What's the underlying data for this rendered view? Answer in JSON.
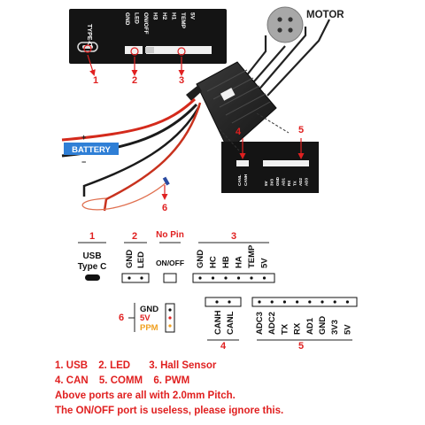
{
  "photo_labels": {
    "usb_label": "TYPE-C",
    "port1_pins": [
      "GND",
      "LED",
      "ON/OFF",
      "H3",
      "H2",
      "H1",
      "TEMP",
      "5V"
    ],
    "motor": "MOTOR",
    "battery": "BATTERY",
    "battery_plus": "+",
    "battery_minus": "−",
    "can_pins": [
      "CANL",
      "CANH"
    ],
    "comm_pins": [
      "5V",
      "3V3",
      "GND",
      "AD1",
      "RX",
      "TX",
      "AD2",
      "AD3"
    ],
    "num1": "1",
    "num2": "2",
    "num3": "3",
    "num4": "4",
    "num5": "5",
    "num6": "6"
  },
  "pinout": {
    "usb_num": "1",
    "usb_line1": "USB",
    "usb_line2": "Type C",
    "led_num": "2",
    "led_pins": [
      "GND",
      "LED"
    ],
    "nopin_label": "No Pin",
    "onoff": "ON/OFF",
    "hall_num": "3",
    "hall_pins": [
      "GND",
      "HC",
      "HB",
      "HA",
      "TEMP",
      "5V"
    ],
    "pwm_num": "6",
    "pwm_gnd": "GND",
    "pwm_5v": "5V",
    "pwm_ppm": "PPM",
    "can_num": "4",
    "can_pins": [
      "CANH",
      "CANL"
    ],
    "comm_num": "5",
    "comm_pins": [
      "ADC3",
      "ADC2",
      "TX",
      "RX",
      "AD1",
      "GND",
      "3V3",
      "5V"
    ]
  },
  "legend": {
    "usb": "1. USB",
    "led": "2. LED",
    "hall": "3. Hall Sensor",
    "can": "4. CAN",
    "comm": "5. COMM",
    "pwm": "6. PWM",
    "note1": "Above ports are all with 2.0mm Pitch.",
    "note2": "The ON/OFF port is useless, please ignore this."
  },
  "colors": {
    "accent_red": "#e02020",
    "pwm_5v": "#e02020",
    "pwm_ppm": "#f0a020",
    "battery_bg": "#2f7fd6",
    "esc_body": "#222222"
  }
}
